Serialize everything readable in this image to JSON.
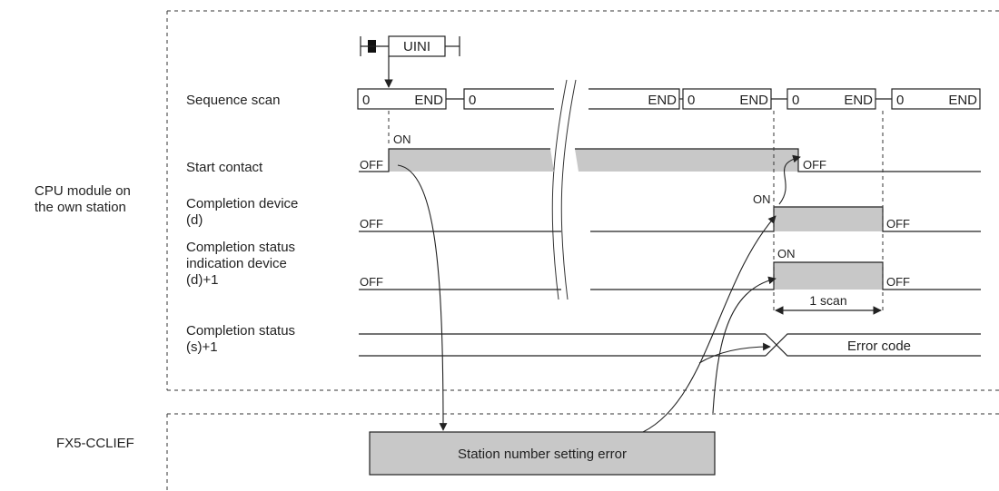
{
  "group_labels": {
    "cpu_line1": "CPU module on",
    "cpu_line2": "the own station",
    "module": "FX5-CCLIEF"
  },
  "row_labels": {
    "sequence_scan": "Sequence scan",
    "start_contact": "Start contact",
    "completion_device_1": "Completion device",
    "completion_device_2": "(d)",
    "status_ind_1": "Completion status",
    "status_ind_2": "indication device",
    "status_ind_3": "(d)+1",
    "completion_status_1": "Completion status",
    "completion_status_2": "(s)+1"
  },
  "instruction": "UINI",
  "scan": {
    "start": "0",
    "end": "END"
  },
  "states": {
    "on": "ON",
    "off": "OFF"
  },
  "duration": "1 scan",
  "error_code": "Error code",
  "error_box": "Station number setting error"
}
